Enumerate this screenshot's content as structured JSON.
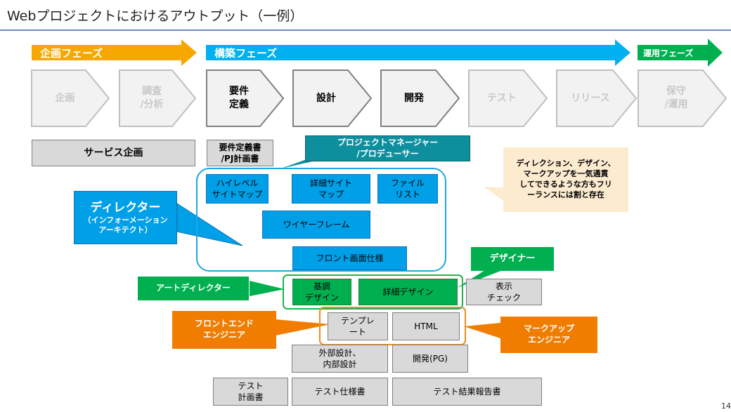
{
  "title": "Webプロジェクトにおけるアウトプット（一例）",
  "phases": {
    "planning": "企画フェーズ",
    "build": "構築フェーズ",
    "operation": "運用フェーズ"
  },
  "steps": [
    {
      "label_1": "企画",
      "label_2": ""
    },
    {
      "label_1": "調査",
      "label_2": "/分析"
    },
    {
      "label_1": "要件",
      "label_2": "定義"
    },
    {
      "label_1": "設計",
      "label_2": ""
    },
    {
      "label_1": "開発",
      "label_2": ""
    },
    {
      "label_1": "テスト",
      "label_2": ""
    },
    {
      "label_1": "リリース",
      "label_2": ""
    },
    {
      "label_1": "保守",
      "label_2": "/運用"
    }
  ],
  "deliverables": {
    "service_plan": "サービス企画",
    "requirements_doc_1": "要件定義書",
    "requirements_doc_2": "/PJ計画書",
    "hl_sitemap_1": "ハイレベル",
    "hl_sitemap_2": "サイトマップ",
    "detail_sitemap_1": "詳細サイト",
    "detail_sitemap_2": "マップ",
    "file_list_1": "ファイル",
    "file_list_2": "リスト",
    "wireframe": "ワイヤーフレーム",
    "front_spec": "フロント画面仕様",
    "base_design_1": "基調",
    "base_design_2": "デザイン",
    "detail_design": "詳細デザイン",
    "display_check_1": "表示",
    "display_check_2": "チェック",
    "template_1": "テンプレ",
    "template_2": "ート",
    "html": "HTML",
    "ext_design_1": "外部設計、",
    "ext_design_2": "内部設計",
    "dev_pg": "開発(PG)",
    "test_plan_1": "テスト",
    "test_plan_2": "計画書",
    "test_spec": "テスト仕様書",
    "test_report": "テスト結果報告書"
  },
  "roles": {
    "pm_1": "プロジェクトマネージャー",
    "pm_2": "/プロデューサー",
    "director_1": "ディレクター",
    "director_2": "（インフォーメーション",
    "director_3": "アーキテクト）",
    "designer": "デザイナー",
    "art_director": "アートディレクター",
    "front_engineer_1": "フロントエンド",
    "front_engineer_2": "エンジニア",
    "markup_engineer_1": "マークアップ",
    "markup_engineer_2": "エンジニア"
  },
  "note": {
    "line_1": "ディレクション、デザイン、",
    "line_2": "マークアップを一気通貫",
    "line_3": "してできるような方もフリ",
    "line_4": "ーランスには割と存在"
  },
  "page_number": "14",
  "colors": {
    "planning_orange": "#f7a800",
    "build_blue": "#00b0f0",
    "operation_green": "#00b050",
    "pm_teal": "#0e8f9e",
    "director_blue": "#00a0e9",
    "engineer_orange": "#f07d00",
    "note_bg": "#fdebd0"
  },
  "icons": {
    "phase_arrow": "chevron-arrow-right",
    "step_shape": "chevron-pentagon"
  }
}
